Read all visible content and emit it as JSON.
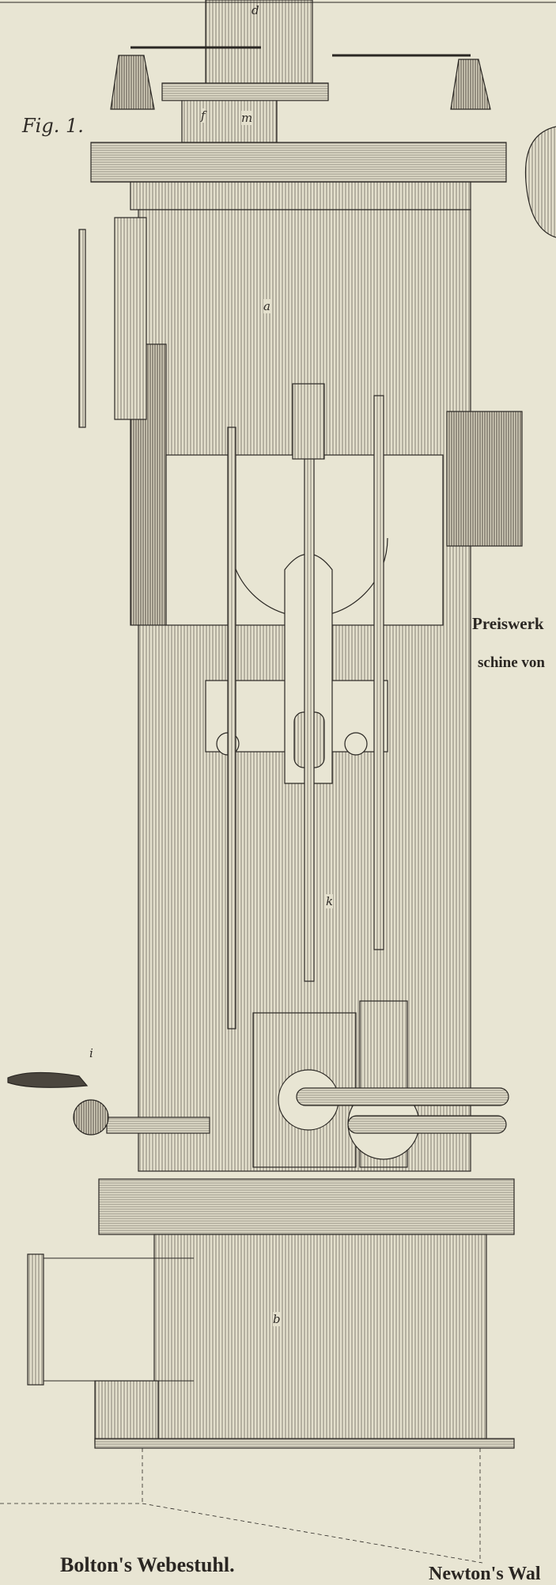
{
  "figure_label": "Fig. 1.",
  "part_labels": {
    "d": "d",
    "f": "f",
    "m": "m",
    "a": "a",
    "k": "k",
    "i": "i",
    "b": "b"
  },
  "side_caption": {
    "line1": "Preiswerk",
    "line2": "schine von"
  },
  "bottom_captions": {
    "left": "Bolton's Webestuhl.",
    "right": "Newton's Wal"
  },
  "colors": {
    "paper": "#e8e5d3",
    "ink": "#2a2723"
  }
}
